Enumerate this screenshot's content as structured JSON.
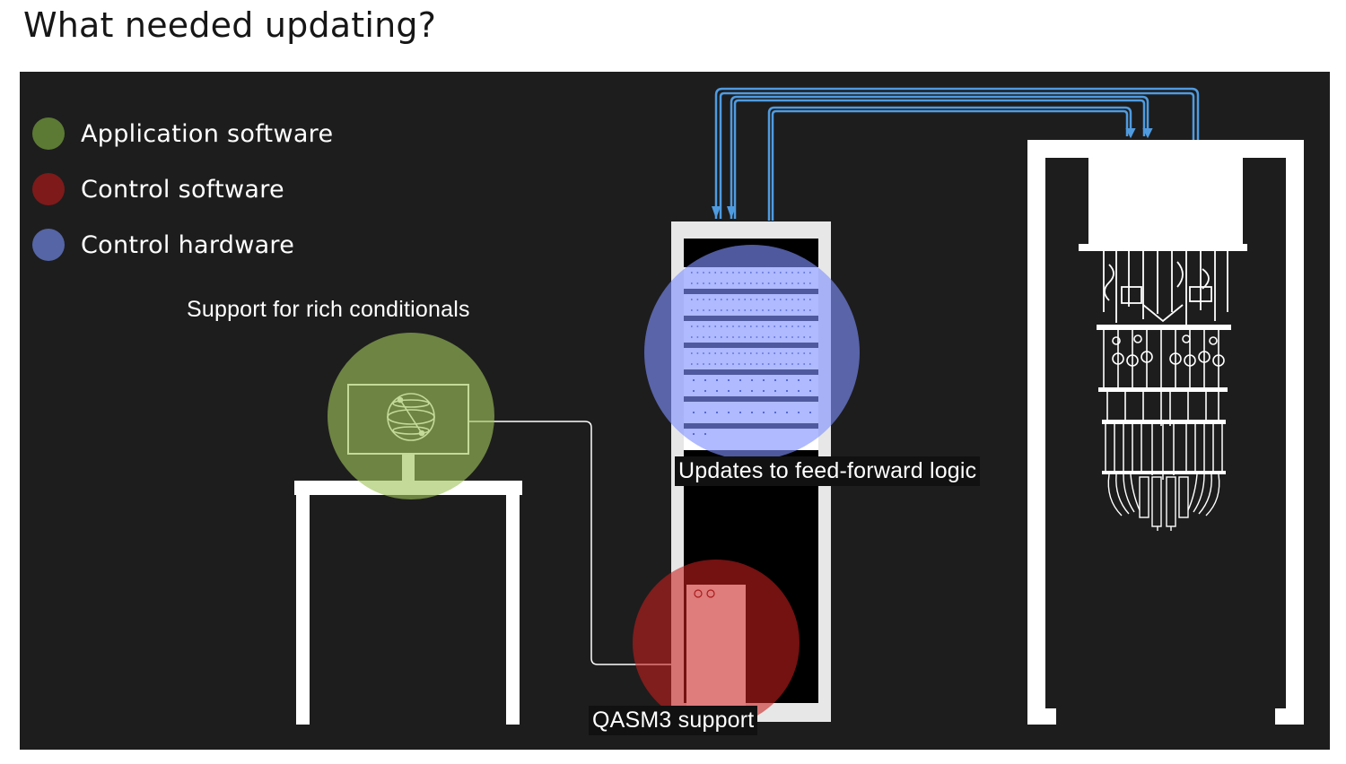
{
  "title": "What needed updating?",
  "legend": [
    {
      "label": "Application software",
      "color": "#5c7a34"
    },
    {
      "label": "Control software",
      "color": "#7e1a1a"
    },
    {
      "label": "Control hardware",
      "color": "#5565a5"
    }
  ],
  "callouts": {
    "application": "Support for rich conditionals",
    "hardware": "Updates to feed-forward logic",
    "software": "QASM3 support"
  },
  "colors": {
    "panel_background": "#1d1d1d",
    "signal_lines": "#4f9be0",
    "application_highlight": "#9fc35a",
    "software_highlight": "#c81e1e",
    "hardware_highlight": "#7e90ff"
  }
}
